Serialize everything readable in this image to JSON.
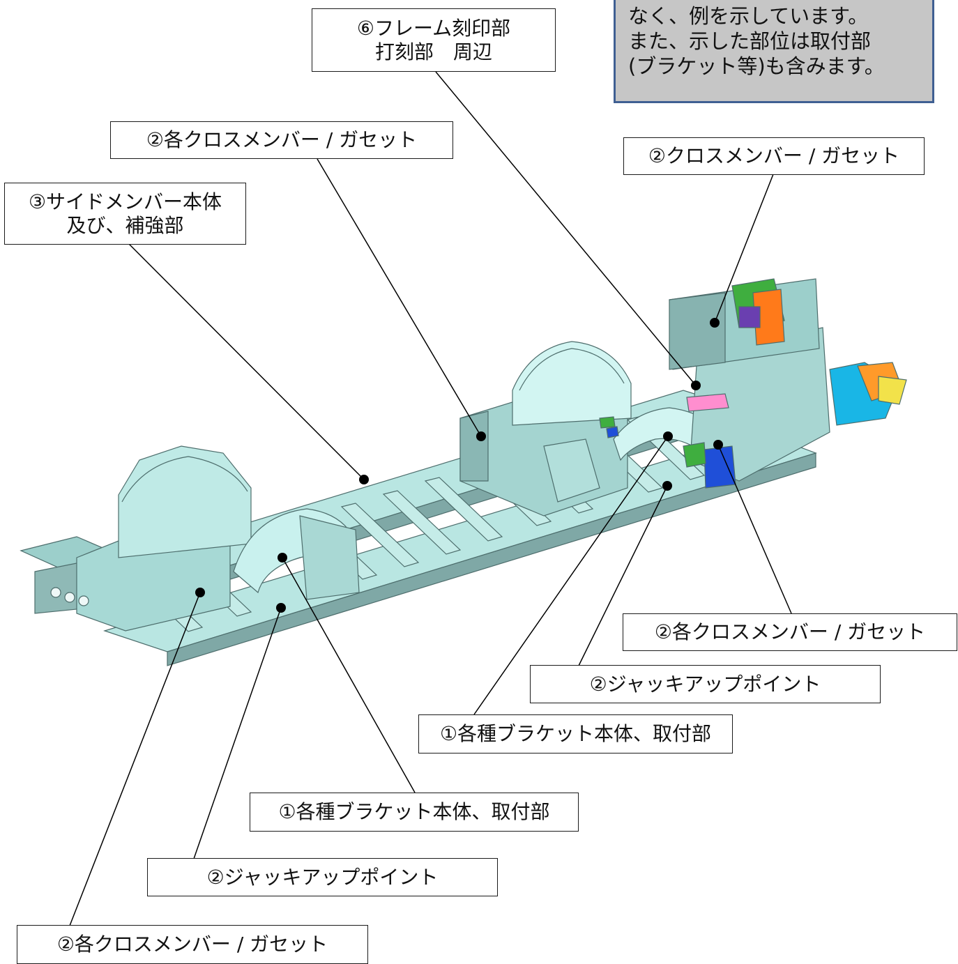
{
  "note": {
    "lines": [
      "なく、例を示しています。",
      "また、示した部位は取付部",
      "(ブラケット等)も含みます。"
    ]
  },
  "labels": {
    "frame_stamp": [
      "⑥フレーム刻印部",
      "打刻部　周辺"
    ],
    "cross_top_center": "②各クロスメンバー / ガセット",
    "cross_top_right": "②クロスメンバー / ガセット",
    "side_member": [
      "③サイドメンバー本体",
      "及び、補強部"
    ],
    "cross_right_mid": "②各クロスメンバー / ガセット",
    "jack_right": "②ジャッキアップポイント",
    "bracket_right": "①各種ブラケット本体、取付部",
    "bracket_left": "①各種ブラケット本体、取付部",
    "jack_left": "②ジャッキアップポイント",
    "cross_bottom_left": "②各クロスメンバー / ガセット"
  },
  "colors": {
    "frame_body": "#aee0dc",
    "frame_dark": "#6f9896",
    "label_border": "#1a1a1a",
    "note_border": "#3f5f92",
    "note_fill": "#c6c6c6",
    "parts": [
      "#ff7a1a",
      "#3fae3f",
      "#6a3fb0",
      "#1f4fd8",
      "#ff8ecf",
      "#f2e24a",
      "#19b6e6"
    ]
  }
}
